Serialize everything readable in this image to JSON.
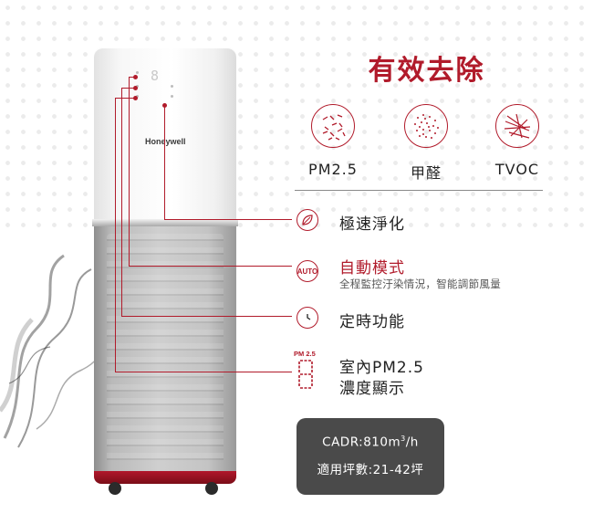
{
  "brand": "Honeywell",
  "display_readout": "8",
  "heading": "有效去除",
  "pollutants": [
    {
      "label": "PM2.5",
      "icon": "pm25-particles-icon"
    },
    {
      "label": "甲醛",
      "icon": "formaldehyde-dots-icon"
    },
    {
      "label": "TVOC",
      "icon": "tvoc-strands-icon"
    }
  ],
  "features": [
    {
      "title": "極速淨化",
      "icon": "leaf-icon"
    },
    {
      "title": "自動模式",
      "subtitle": "全程監控汙染情況，智能調節風量",
      "icon": "auto-mode-icon",
      "icon_text": "AUTO"
    },
    {
      "title": "定時功能",
      "icon": "clock-icon"
    },
    {
      "title_line1": "室內PM2.5",
      "title_line2": "濃度顯示",
      "icon": "segment-display-icon",
      "icon_label": "PM 2.5"
    }
  ],
  "specs": {
    "cadr_prefix": "CADR:810m",
    "cadr_sup": "3",
    "cadr_suffix": "/h",
    "coverage": "適用坪數:21-42坪"
  },
  "colors": {
    "accent": "#b11b2b",
    "spec_box": "#4a4a4a",
    "purifier_body": "#c4c4c4"
  }
}
